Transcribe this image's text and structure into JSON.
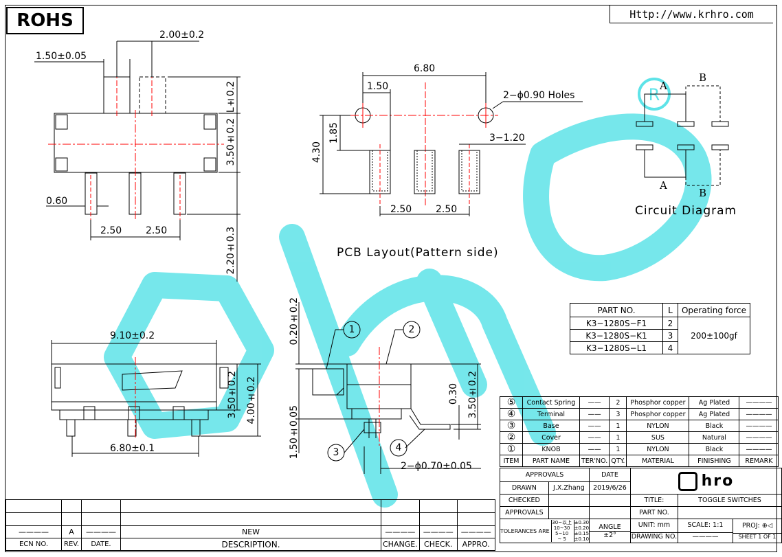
{
  "header": {
    "rohs": "ROHS",
    "url": "Http://www.krhro.com"
  },
  "dimensions": {
    "top_w1": "1.50±0.05",
    "top_w2": "2.00±0.2",
    "top_l": "L±0.2",
    "top_h": "3.50±0.2",
    "top_pin": "0.60",
    "top_p1": "2.50",
    "top_p2": "2.50",
    "top_220": "2.20±0.3",
    "pcb_w": "6.80",
    "pcb_150": "1.50",
    "pcb_holes": "2−ϕ0.90 Holes",
    "pcb_185": "1.85",
    "pcb_430": "4.30",
    "pcb_slot": "3−1.20",
    "pcb_p1": "2.50",
    "pcb_p2": "2.50",
    "pcb_caption": "PCB Layout(Pattern side)",
    "circuit_caption": "Circuit Diagram",
    "circ_a": "A",
    "circ_b": "B",
    "front_w": "9.10±0.2",
    "front_h1": "3.50±0.2",
    "front_h2": "4.00±0.2",
    "front_w2": "6.80±0.1",
    "side_020": "0.20±0.2",
    "side_150": "1.50±0.05",
    "side_030": "0.30",
    "side_350": "3.50±0.2",
    "side_pins": "2−ϕ0.70±0.05",
    "callouts": [
      "1",
      "2",
      "3",
      "4"
    ]
  },
  "part_table": {
    "headers": [
      "PART NO.",
      "L",
      "Operating force"
    ],
    "rows": [
      [
        "K3−1280S−F1",
        "2"
      ],
      [
        "K3−1280S−K1",
        "3"
      ],
      [
        "K3−1280S−L1",
        "4"
      ]
    ],
    "force": "200±100gf"
  },
  "bom": {
    "rows": [
      [
        "⑤",
        "Contact Spring",
        "——",
        "2",
        "Phosphor copper",
        "Ag Plated",
        "————"
      ],
      [
        "④",
        "Terminal",
        "——",
        "3",
        "Phosphor copper",
        "Ag Plated",
        "————"
      ],
      [
        "③",
        "Base",
        "——",
        "1",
        "NYLON",
        "Black",
        "————"
      ],
      [
        "②",
        "Cover",
        "——",
        "1",
        "SUS",
        "Natural",
        "————"
      ],
      [
        "①",
        "KNOB",
        "——",
        "1",
        "NYLON",
        "Black",
        "————"
      ]
    ],
    "headers": [
      "ITEM",
      "PART NAME",
      "TER'NO.",
      "QTY.",
      "MATERIAL",
      "FINISHING",
      "REMARK"
    ]
  },
  "title_block": {
    "approvals": "APPROVALS",
    "date": "DATE",
    "drawn": "DRAWN",
    "drawn_by": "J.X.Zhang",
    "drawn_date": "2019/6/26",
    "checked": "CHECKED",
    "approvals2": "APPROVALS",
    "title_label": "TITLE:",
    "title": "TOGGLE SWITCHES",
    "part_no": "PART NO.",
    "tolerances": "TOLERANCES ARE",
    "tol_ranges": [
      "30~以上",
      "10~30",
      "5~10",
      "~ 5"
    ],
    "tol_values": [
      "±0.30",
      "±0.20",
      "±0.15",
      "±0.10"
    ],
    "angle": "ANGLE",
    "angle_val": "±2°",
    "unit": "UNIT: mm",
    "scale": "SCALE:",
    "scale_val": "1:1",
    "proj": "PROJ:",
    "drawing_no": "DRAWING NO.",
    "drawing_no_val": "————",
    "sheet": "SHEET  1 OF 1",
    "logo": "hro"
  },
  "revision": {
    "ecn": "ECN NO.",
    "rev": "REV.",
    "date": "DATE.",
    "desc": "DESCRIPTION.",
    "change": "CHANGE.",
    "check": "CHECK.",
    "appro": "APPRO.",
    "ecn_val": "————",
    "rev_val": "A",
    "date_val": "————",
    "desc_val": "NEW",
    "change_val": "————",
    "check_val": "————",
    "appro_val": "————"
  },
  "watermark": "hro",
  "colors": {
    "line": "#000000",
    "center": "#ff0000",
    "watermark": "#5ee3e8"
  }
}
